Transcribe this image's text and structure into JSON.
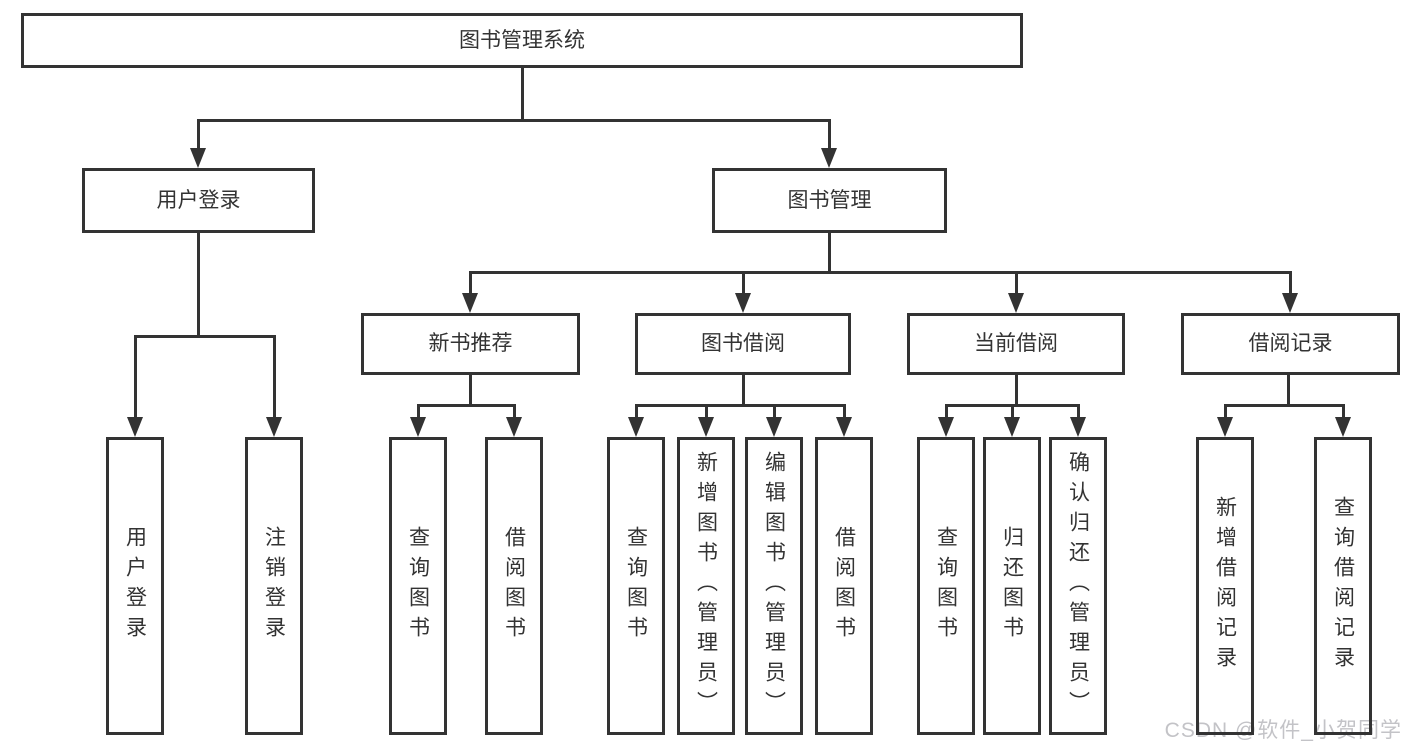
{
  "diagram": {
    "title": "图书管理系统",
    "watermark": "CSDN @软件_小贺同学",
    "colors": {
      "line": "#333333",
      "text": "#333333",
      "background": "#ffffff",
      "watermark": "#c3c3c7"
    },
    "nodes": {
      "root": {
        "label": "图书管理系统"
      },
      "user_login": {
        "label": "用户登录"
      },
      "book_mgmt": {
        "label": "图书管理"
      },
      "new_book_rec": {
        "label": "新书推荐"
      },
      "book_borrow": {
        "label": "图书借阅"
      },
      "current_borrow": {
        "label": "当前借阅"
      },
      "borrow_records": {
        "label": "借阅记录"
      },
      "leaf_user_login": {
        "label": "用户登录"
      },
      "leaf_logout": {
        "label": "注销登录"
      },
      "leaf_query_book_1": {
        "label": "查询图书"
      },
      "leaf_borrow_book_1": {
        "label": "借阅图书"
      },
      "leaf_query_book_2": {
        "label": "查询图书"
      },
      "leaf_add_book": {
        "label": "新增图书（管理员）"
      },
      "leaf_edit_book": {
        "label": "编辑图书（管理员）"
      },
      "leaf_borrow_book_2": {
        "label": "借阅图书"
      },
      "leaf_query_book_3": {
        "label": "查询图书"
      },
      "leaf_return_book": {
        "label": "归还图书"
      },
      "leaf_confirm_return": {
        "label": "确认归还（管理员）"
      },
      "leaf_add_record": {
        "label": "新增借阅记录"
      },
      "leaf_query_record": {
        "label": "查询借阅记录"
      }
    }
  }
}
